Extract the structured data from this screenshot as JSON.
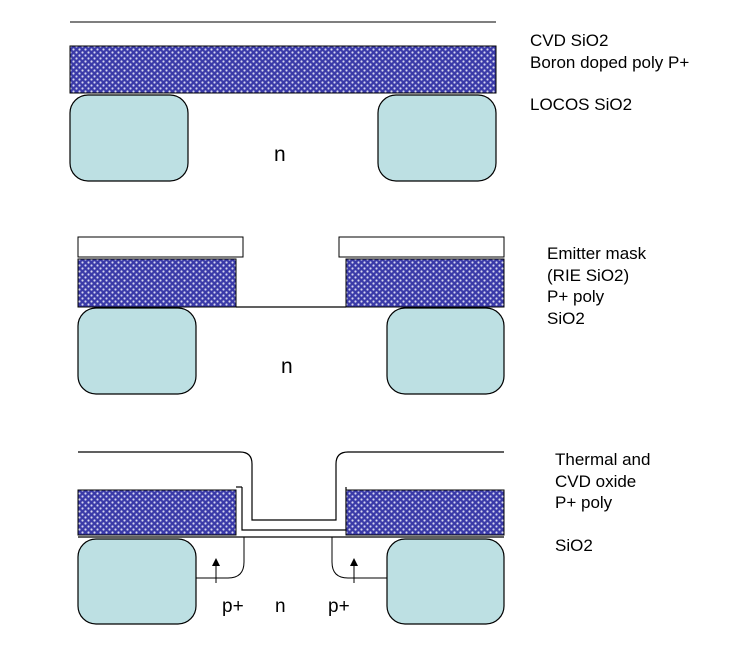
{
  "colors": {
    "locos_fill": "#bde0e3",
    "poly_fill": "#3a3aa8",
    "poly_dot": "#d6d6f0",
    "outline": "#000000",
    "background": "#ffffff"
  },
  "panel1": {
    "labels": [
      "CVD SiO2",
      "Boron doped poly P+",
      "LOCOS SiO2"
    ],
    "region": "n"
  },
  "panel2": {
    "labels": [
      "Emitter mask",
      "(RIE SiO2)",
      "P+ poly",
      "SiO2"
    ],
    "region": "n"
  },
  "panel3": {
    "labels": [
      "Thermal and",
      "CVD oxide",
      "P+ poly",
      "SiO2"
    ],
    "region_left": "p+",
    "region_center": "n",
    "region_right": "p+"
  }
}
